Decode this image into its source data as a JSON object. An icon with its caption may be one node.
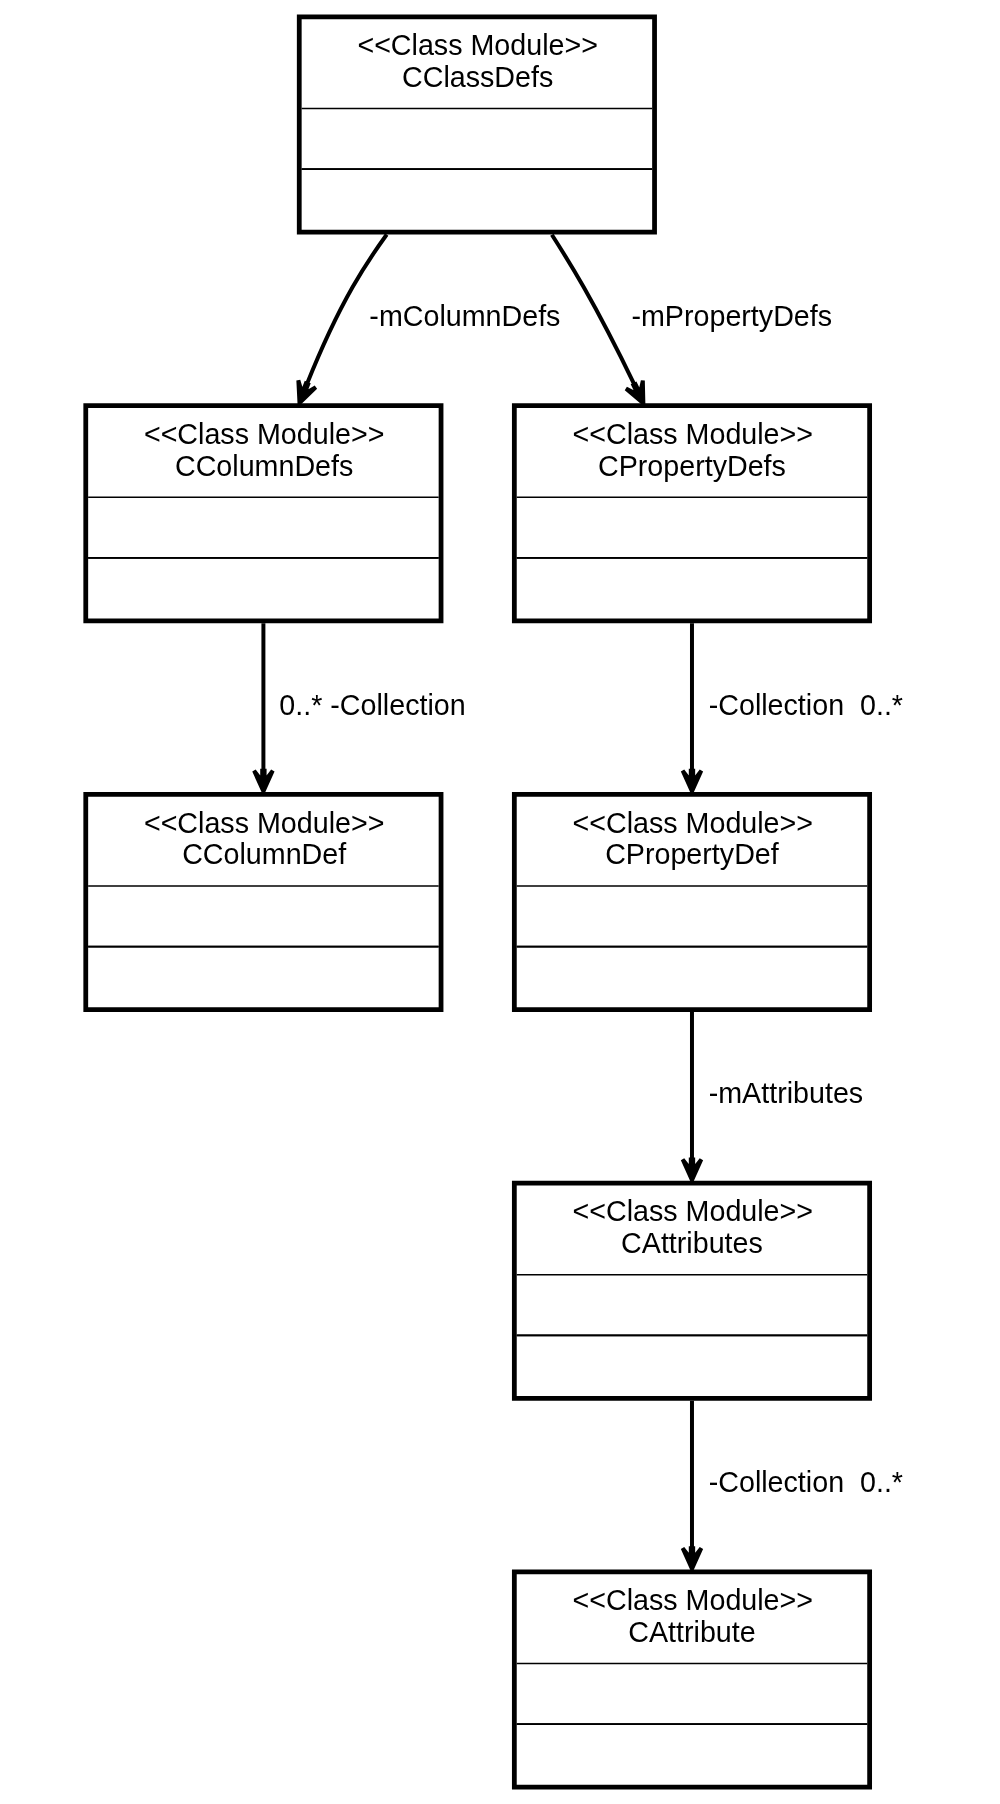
{
  "diagram": {
    "nodes": [
      {
        "text": [
          "<<Class Module>>",
          "CClassDefs"
        ]
      },
      {
        "text": [
          "<<Class Module>>",
          "CColumnDefs"
        ]
      },
      {
        "text": [
          "<<Class Module>>",
          "CPropertyDefs"
        ]
      },
      {
        "text": [
          "<<Class Module>>",
          "CColumnDef"
        ]
      },
      {
        "text": [
          "<<Class Module>>",
          "CPropertyDef"
        ]
      },
      {
        "text": [
          "<<Class Module>>",
          "CAttributes"
        ]
      },
      {
        "text": [
          "<<Class Module>>",
          "CAttribute"
        ]
      }
    ],
    "edges": [
      {
        "from": 0,
        "to": 1,
        "arrow": "to",
        "label": "-mColumnDefs"
      },
      {
        "from": 0,
        "to": 2,
        "arrow": "to",
        "label": "-mPropertyDefs"
      },
      {
        "from": 1,
        "to": 3,
        "arrow": "to",
        "label": "0..* -Collection"
      },
      {
        "from": 2,
        "to": 4,
        "arrow": "to",
        "label": "-Collection  0..*"
      },
      {
        "from": 4,
        "to": 5,
        "arrow": "to",
        "label": "-mAttributes"
      },
      {
        "from": 5,
        "to": 6,
        "arrow": "to",
        "label": "-Collection  0..*"
      }
    ]
  }
}
